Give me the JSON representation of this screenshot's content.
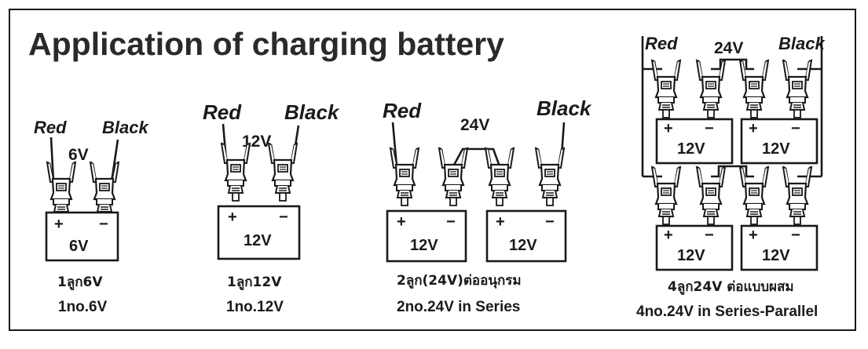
{
  "title": "Application of charging battery",
  "labels": {
    "red": "Red",
    "black": "Black",
    "plus": "+",
    "minus": "−"
  },
  "configs": [
    {
      "id": "single-6v",
      "top_voltage": "6V",
      "battery_voltage": "6V",
      "caption_th": "1ลูก6V",
      "caption_en": "1no.6V"
    },
    {
      "id": "single-12v",
      "top_voltage": "12V",
      "battery_voltage": "12V",
      "caption_th": "1ลูก12V",
      "caption_en": "1no.12V"
    },
    {
      "id": "series-24v",
      "top_voltage": "24V",
      "battery_voltage": "12V",
      "caption_th": "2ลูก(24V)ต่ออนุกรม",
      "caption_en": "2no.24V in Series"
    },
    {
      "id": "series-parallel-24v",
      "top_voltage": "24V",
      "battery_voltage": "12V",
      "caption_th": "4ลูก24V ต่อแบบผสม",
      "caption_en": "4no.24V in Series-Parallel"
    }
  ]
}
